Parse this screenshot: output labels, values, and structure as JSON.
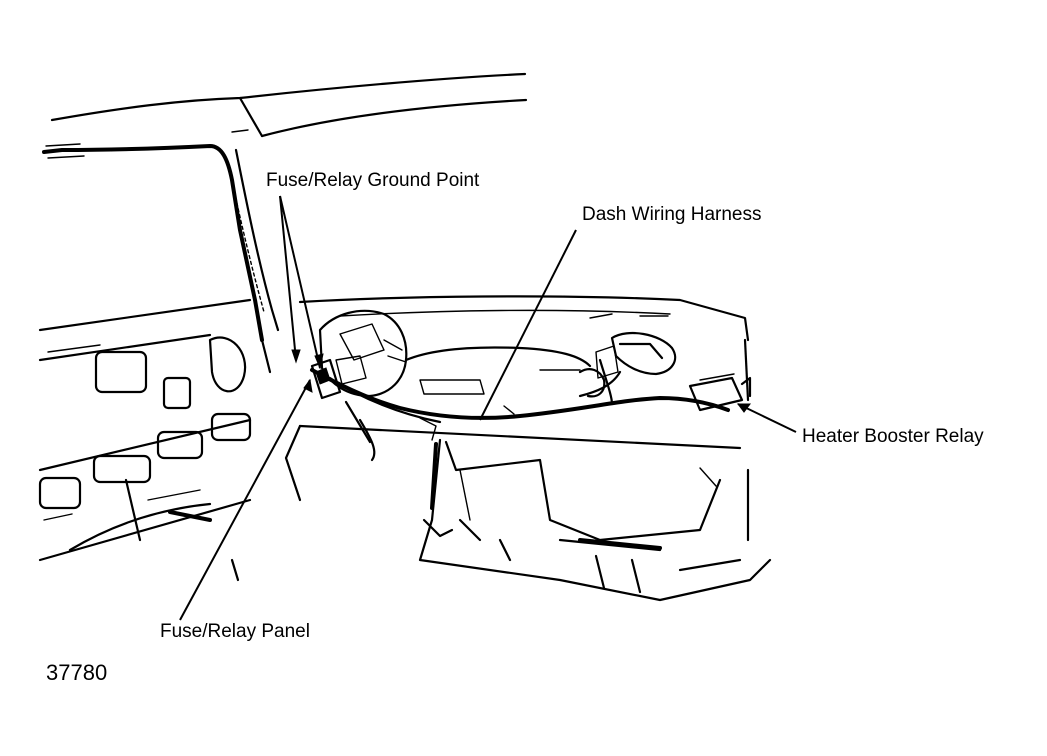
{
  "labels": {
    "ground_point": "Fuse/Relay Ground Point",
    "dash_harness": "Dash Wiring Harness",
    "heater_relay": "Heater Booster Relay",
    "fuse_panel": "Fuse/Relay Panel"
  },
  "figure_number": "37780",
  "colors": {
    "ink": "#000000",
    "paper": "#ffffff"
  }
}
